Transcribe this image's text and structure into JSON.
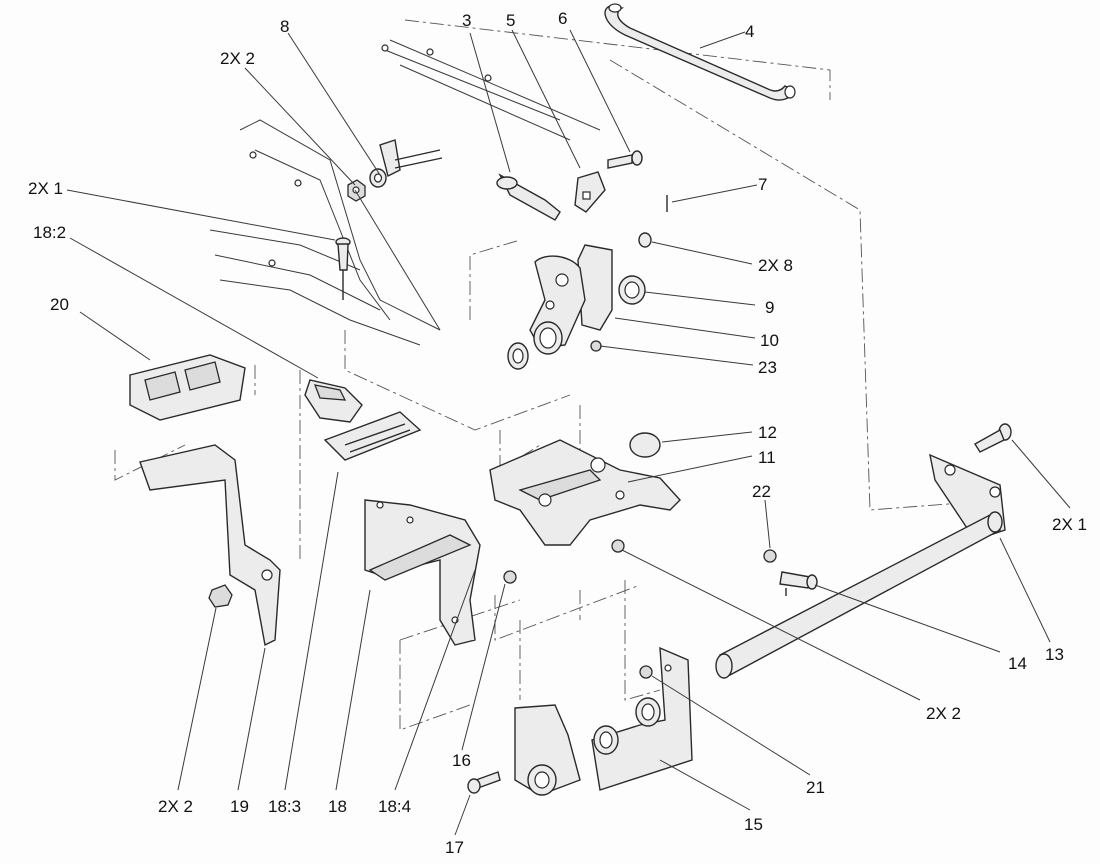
{
  "callouts": [
    {
      "id": "c-3",
      "text": "3"
    },
    {
      "id": "c-5",
      "text": "5"
    },
    {
      "id": "c-6",
      "text": "6"
    },
    {
      "id": "c-4",
      "text": "4"
    },
    {
      "id": "c-8",
      "text": "8"
    },
    {
      "id": "c-2x2-top",
      "text": "2X 2"
    },
    {
      "id": "c-7",
      "text": "7"
    },
    {
      "id": "c-2x1-left",
      "text": "2X 1"
    },
    {
      "id": "c-18-2",
      "text": "18:2"
    },
    {
      "id": "c-2x8",
      "text": "2X 8"
    },
    {
      "id": "c-9",
      "text": "9"
    },
    {
      "id": "c-10",
      "text": "10"
    },
    {
      "id": "c-20",
      "text": "20"
    },
    {
      "id": "c-23",
      "text": "23"
    },
    {
      "id": "c-12",
      "text": "12"
    },
    {
      "id": "c-11",
      "text": "11"
    },
    {
      "id": "c-22",
      "text": "22"
    },
    {
      "id": "c-2x1-right",
      "text": "2X 1"
    },
    {
      "id": "c-14",
      "text": "14"
    },
    {
      "id": "c-13",
      "text": "13"
    },
    {
      "id": "c-2x2-right",
      "text": "2X 2"
    },
    {
      "id": "c-16",
      "text": "16"
    },
    {
      "id": "c-21",
      "text": "21"
    },
    {
      "id": "c-2x2-bottom",
      "text": "2X 2"
    },
    {
      "id": "c-19",
      "text": "19"
    },
    {
      "id": "c-18-3",
      "text": "18:3"
    },
    {
      "id": "c-18",
      "text": "18"
    },
    {
      "id": "c-18-4",
      "text": "18:4"
    },
    {
      "id": "c-15",
      "text": "15"
    },
    {
      "id": "c-17",
      "text": "17"
    }
  ]
}
